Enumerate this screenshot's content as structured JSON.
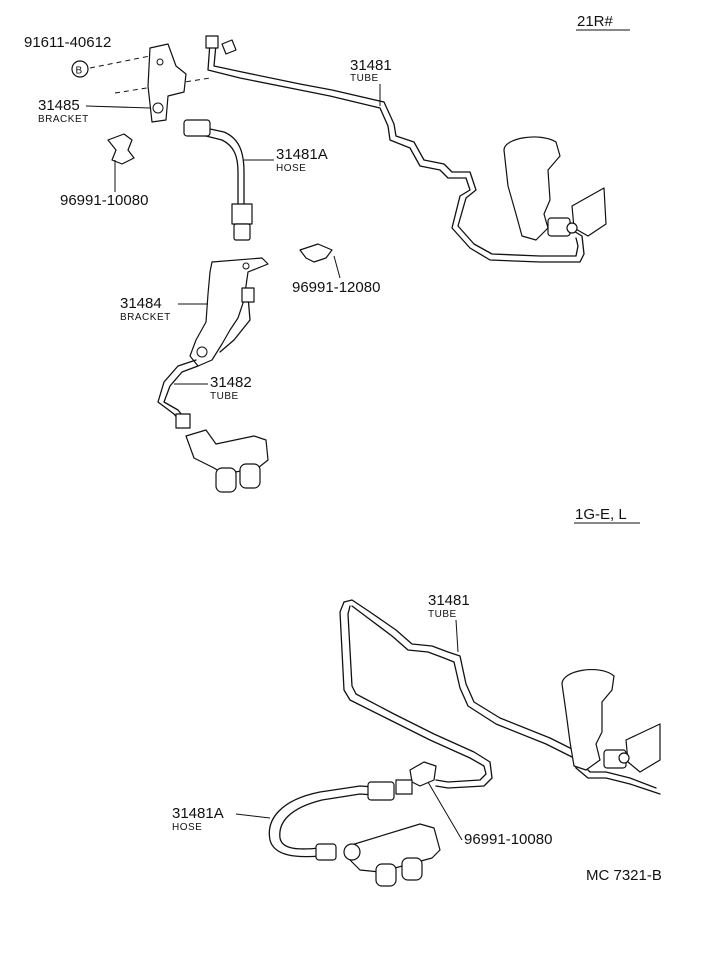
{
  "sections": {
    "top": "21R#",
    "bottom": "1G-E, L"
  },
  "labels": {
    "top_bolt": {
      "number": "91611-40612",
      "marker": "B"
    },
    "top_bracket_31485": {
      "number": "31485",
      "sub": "BRACKET"
    },
    "top_clip_left": {
      "number": "96991-10080"
    },
    "top_tube_31481": {
      "number": "31481",
      "sub": "TUBE"
    },
    "top_hose_31481A": {
      "number": "31481A",
      "sub": "HOSE"
    },
    "top_clip_right": {
      "number": "96991-12080"
    },
    "top_bracket_31484": {
      "number": "31484",
      "sub": "BRACKET"
    },
    "top_tube_31482": {
      "number": "31482",
      "sub": "TUBE"
    },
    "bottom_tube_31481": {
      "number": "31481",
      "sub": "TUBE"
    },
    "bottom_hose_31481A": {
      "number": "31481A",
      "sub": "HOSE"
    },
    "bottom_clip": {
      "number": "96991-10080"
    }
  },
  "figure_code": "MC 7321-B"
}
